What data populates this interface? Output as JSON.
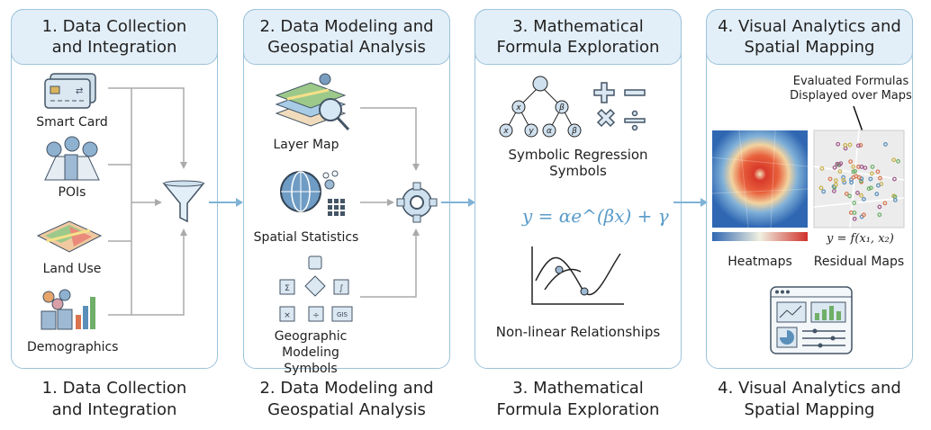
{
  "panels": [
    {
      "title": "1. Data Collection\nand Integration",
      "caption": "1. Data Collection\nand Integration",
      "items": [
        "Smart Card",
        "POIs",
        "Land Use",
        "Demographics"
      ]
    },
    {
      "title": "2. Data Modeling and\nGeospatial Analysis",
      "caption": "2. Data Modeling and\nGeospatial Analysis",
      "items": [
        "Layer Map",
        "Spatial Statistics",
        "Geographic Modeling\nSymbols"
      ]
    },
    {
      "title": "3. Mathematical\nFormula Exploration",
      "caption": "3. Mathematical\nFormula Exploration",
      "items": [
        "Symbolic Regression\nSymbols",
        "Non-linear Relationships"
      ],
      "formula": "y = αe^(βx) + γ",
      "tree_nodes": [
        "x",
        "β",
        "x",
        "y",
        "α",
        "β"
      ]
    },
    {
      "title": "4. Visual Analytics and\nSpatial Mapping",
      "caption": "4. Visual Analytics and\nSpatial Mapping",
      "items": [
        "Heatmaps",
        "Residual Maps"
      ],
      "annotation": "Evaluated Formulas\nDisplayed over Maps",
      "formula": "y = f(x₁, x₂)"
    }
  ],
  "colors": {
    "border": "#9cc3dc",
    "header": "#e3eff8",
    "arrow": "#7fb2d6",
    "icon": "#5a8fba"
  }
}
